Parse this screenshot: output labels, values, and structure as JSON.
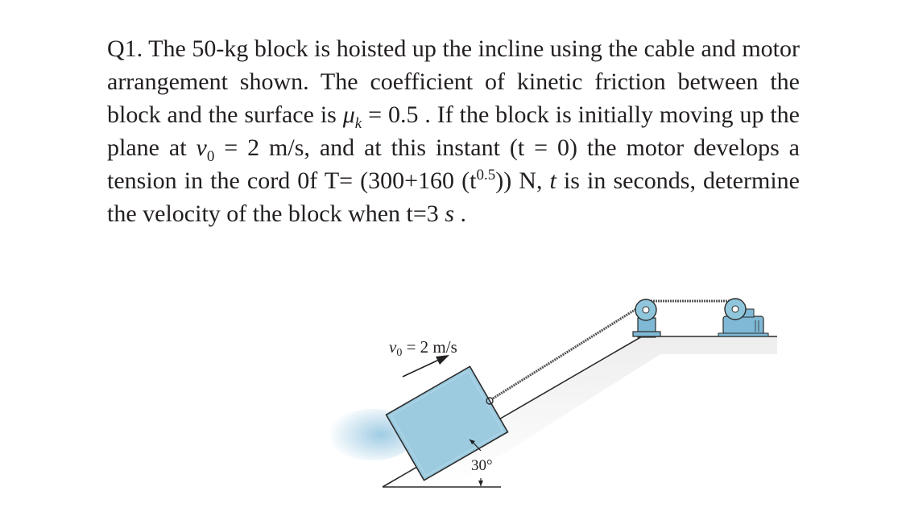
{
  "question": {
    "t1": "Q1. The 50-kg block is hoisted up the incline using the cable and motor arrangement shown. The coefficient of kinetic friction between the block and the surface is ",
    "mu_symbol": "μ",
    "mu_sub": "k",
    "t2": " = 0.5 . If the block is initially moving up the plane at ",
    "v_symbol": "v",
    "v_sub": "0",
    "t3": " = 2 m/s, and at this instant (t = 0) the motor develops a tension in the cord 0f T= (300+160 (t",
    "t_exp": "0.5",
    "t4": ")) N, ",
    "t_var": "t",
    "t5": " is in seconds, determine the velocity of the block when t=3 ",
    "s_unit": "s",
    "t6": " ."
  },
  "figure": {
    "velocity_symbol": "v",
    "velocity_sub": "0",
    "velocity_value": " = 2 m/s",
    "angle_label": "30°",
    "colors": {
      "block_fill": "#9ccbe0",
      "block_stroke": "#2a2a2a",
      "pulley_fill": "#8fc6dc",
      "motor_fill": "#7fb9d6",
      "cable": "#555555",
      "line": "#2a2a2a"
    }
  }
}
